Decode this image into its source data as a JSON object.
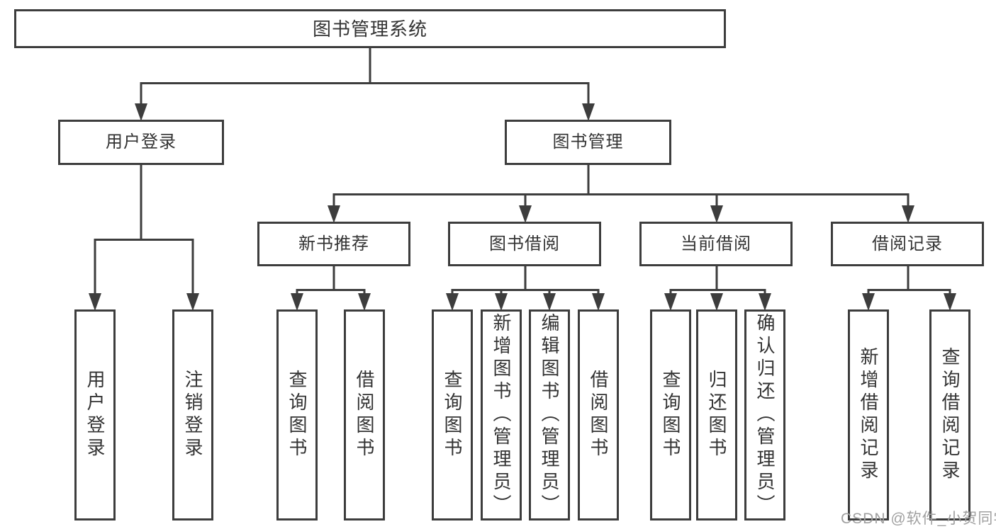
{
  "colors": {
    "line": "#3d3d3d",
    "text": "#333333",
    "box_bg": "#ffffff",
    "page_bg": "#ffffff",
    "watermark": "#a0a0a0"
  },
  "watermark": "CSDN @软件_小贺同学",
  "tree": {
    "root": {
      "label": "图书管理系统"
    },
    "branches": [
      {
        "label": "用户登录",
        "children": [
          {
            "label": "用户登录"
          },
          {
            "label": "注销登录"
          }
        ]
      },
      {
        "label": "图书管理",
        "children": [
          {
            "label": "新书推荐",
            "children": [
              {
                "label": "查询图书"
              },
              {
                "label": "借阅图书"
              }
            ]
          },
          {
            "label": "图书借阅",
            "children": [
              {
                "label": "查询图书"
              },
              {
                "label": "新增图书（管理员）"
              },
              {
                "label": "编辑图书（管理员）"
              },
              {
                "label": "借阅图书"
              }
            ]
          },
          {
            "label": "当前借阅",
            "children": [
              {
                "label": "查询图书"
              },
              {
                "label": "归还图书"
              },
              {
                "label": "确认归还（管理员）"
              }
            ]
          },
          {
            "label": "借阅记录",
            "children": [
              {
                "label": "新增借阅记录"
              },
              {
                "label": "查询借阅记录"
              }
            ]
          }
        ]
      }
    ]
  }
}
